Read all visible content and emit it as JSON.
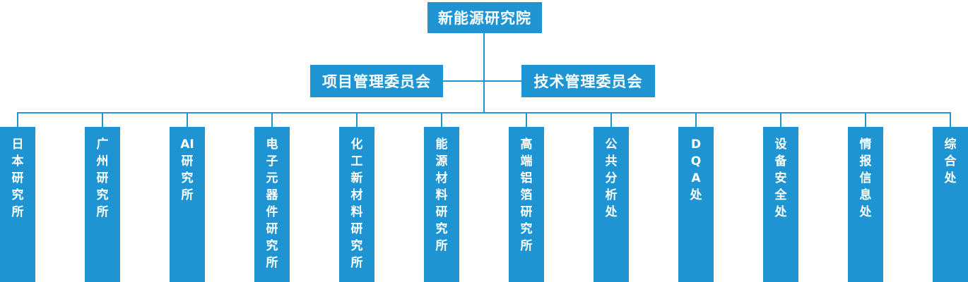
{
  "org_chart": {
    "root": {
      "label": "新能源研究院"
    },
    "committees": [
      {
        "label": "项目管理委员会"
      },
      {
        "label": "技术管理委员会"
      }
    ],
    "departments": [
      {
        "label": "日本研究所",
        "lines": [
          "日",
          "本",
          "研",
          "究",
          "所"
        ]
      },
      {
        "label": "广州研究所",
        "lines": [
          "广",
          "州",
          "研",
          "究",
          "所"
        ]
      },
      {
        "label": "AI研究所",
        "lines": [
          "AI",
          "研",
          "究",
          "所"
        ]
      },
      {
        "label": "电子元器件研究所",
        "lines": [
          "电",
          "子",
          "元",
          "器",
          "件",
          "研",
          "究",
          "所"
        ]
      },
      {
        "label": "化工新材料研究所",
        "lines": [
          "化",
          "工",
          "新",
          "材",
          "料",
          "研",
          "究",
          "所"
        ]
      },
      {
        "label": "能源材料研究所",
        "lines": [
          "能",
          "源",
          "材",
          "料",
          "研",
          "究",
          "所"
        ]
      },
      {
        "label": "高端铝箔研究所",
        "lines": [
          "高",
          "端",
          "铝",
          "箔",
          "研",
          "究",
          "所"
        ]
      },
      {
        "label": "公共分析处",
        "lines": [
          "公",
          "共",
          "分",
          "析",
          "处"
        ]
      },
      {
        "label": "DQA处",
        "lines": [
          "D",
          "Q",
          "A",
          "处"
        ]
      },
      {
        "label": "设备安全处",
        "lines": [
          "设",
          "备",
          "安",
          "全",
          "处"
        ]
      },
      {
        "label": "情报信息处",
        "lines": [
          "情",
          "报",
          "信",
          "息",
          "处"
        ]
      },
      {
        "label": "综合处",
        "lines": [
          "综",
          "合",
          "处"
        ]
      }
    ],
    "colors": {
      "accent_blue": "#1E95D2",
      "text_white": "#FFFFFF",
      "background": "#FFFFFF"
    }
  }
}
